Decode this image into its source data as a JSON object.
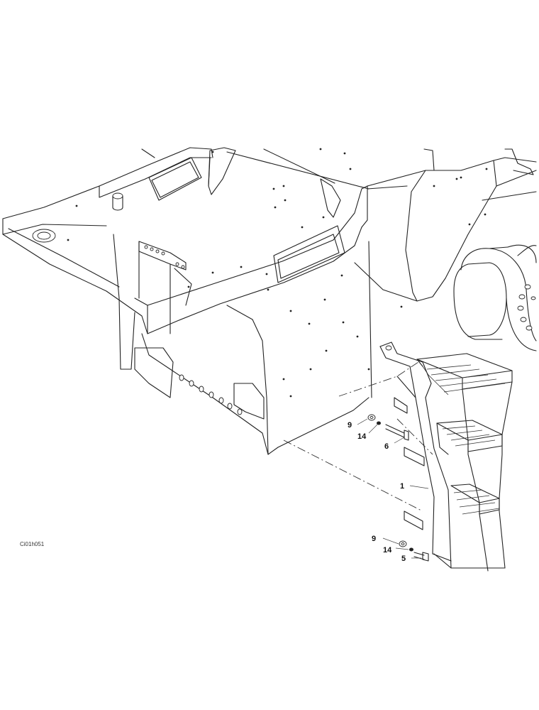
{
  "drawing": {
    "reference_code": "Ci01h051",
    "callouts": [
      {
        "id": "c-9a",
        "label": "9"
      },
      {
        "id": "c-14a",
        "label": "14"
      },
      {
        "id": "c-6",
        "label": "6"
      },
      {
        "id": "c-1",
        "label": "1"
      },
      {
        "id": "c-9b",
        "label": "9"
      },
      {
        "id": "c-14b",
        "label": "14"
      },
      {
        "id": "c-5",
        "label": "5"
      }
    ]
  }
}
